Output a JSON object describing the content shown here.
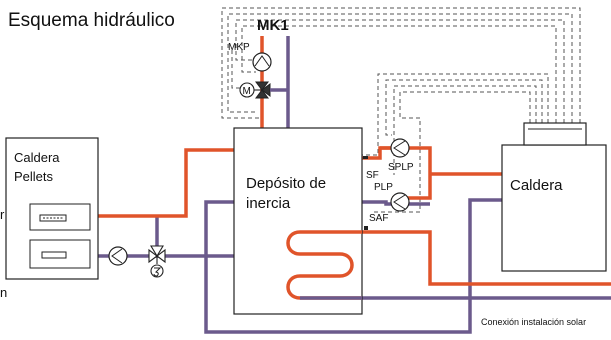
{
  "title": "Esquema hidráulico",
  "colors": {
    "hot": "#e0542a",
    "cold": "#6b5a8c",
    "line": "#222222",
    "dashed": "#555555",
    "fill": "#ffffff"
  },
  "labels": {
    "mk1": "MK1",
    "mkp": "MKP",
    "motor": "M",
    "sf": "SF",
    "splp": "SPLP",
    "plp": "PLP",
    "saf": "SAF",
    "pellets_line1": "Caldera",
    "pellets_line2": "Pellets",
    "tank_line1": "Depósito de",
    "tank_line2": "inercia",
    "boiler": "Caldera",
    "solar": "Conexión instalación solar",
    "edge_r": "r",
    "edge_n": "n"
  },
  "icons": {
    "pump": "pump-circle-icon",
    "valve3": "three-way-valve-icon",
    "motor": "motor-icon",
    "thermostat": "thermostat-icon",
    "coil": "heat-exchanger-coil-icon"
  }
}
